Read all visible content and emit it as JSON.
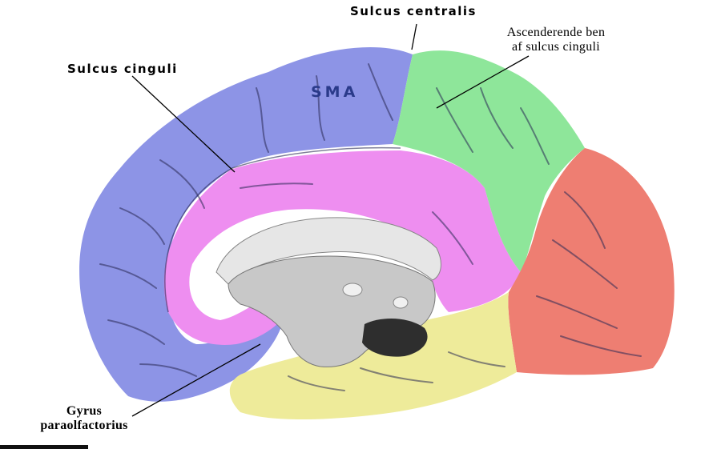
{
  "labels": {
    "sulcus_centralis": "Sulcus centralis",
    "sulcus_cinguli": "Sulcus cinguli",
    "ascenderende_line1": "Ascenderende ben",
    "ascenderende_line2": "af sulcus cinguli",
    "gyrus_line1": "Gyrus",
    "gyrus_line2": "paraolfactorius",
    "sma": "SMA"
  },
  "colors": {
    "frontal_medial_blue": "#8d94e6",
    "cingulate_pink": "#ee8ef0",
    "paracentral_green": "#8ee69a",
    "occipital_red": "#ee7e72",
    "temporal_yellow": "#eeeb9a",
    "corpus_callosum_gray": "#d2d2d2",
    "diencephalon_gray": "#bcbcbc",
    "sulcus_line": "#2a2a55"
  }
}
